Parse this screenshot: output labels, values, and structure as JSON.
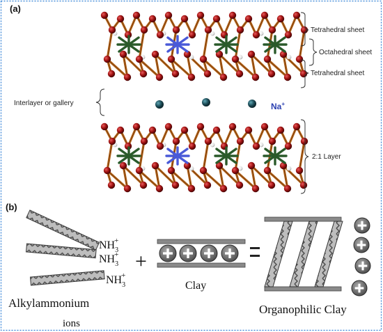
{
  "panel_a": {
    "label": "(a)",
    "tetrahedral_top": "Tetrahedral sheet",
    "octahedral": "Octahedral sheet",
    "tetrahedral_bottom": "Tetrahedral sheet",
    "interlayer": "Interlayer or gallery",
    "na_ion": "Na",
    "na_charge": "+",
    "layer_21": "2:1 Layer"
  },
  "panel_b": {
    "label": "(b)",
    "nh3_base": "NH",
    "nh3_sub": "3",
    "nh3_sup": "+",
    "plus_sign": "+",
    "equals_sign": "=",
    "clay": "Clay",
    "alkyl_line1": "Alkylammonium",
    "alkyl_line2": "ions",
    "organophilic": "Organophilic Clay"
  },
  "colors": {
    "frame": "#2f7fd6",
    "oxygen": "#a01212",
    "bond": "#b8661c",
    "octahedral": "#2a5a2a",
    "substitution": "#4a5ad8",
    "sodium": "#1b4a55",
    "na_text": "#2a3fb0"
  }
}
